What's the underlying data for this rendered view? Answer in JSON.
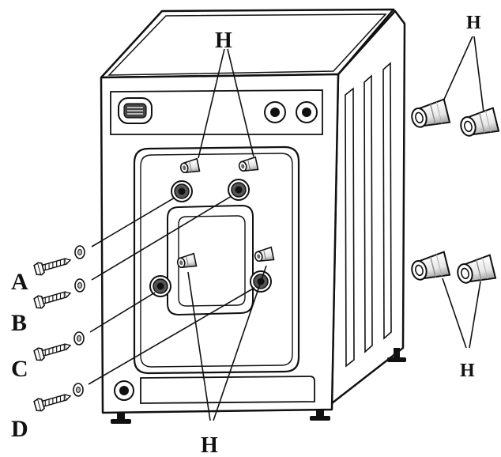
{
  "labels": {
    "bolt_a": "A",
    "bolt_b": "B",
    "bolt_c": "C",
    "bolt_d": "D",
    "h_top": "H",
    "h_bottom": "H",
    "h_right_top": "H",
    "h_right_bottom": "H"
  }
}
